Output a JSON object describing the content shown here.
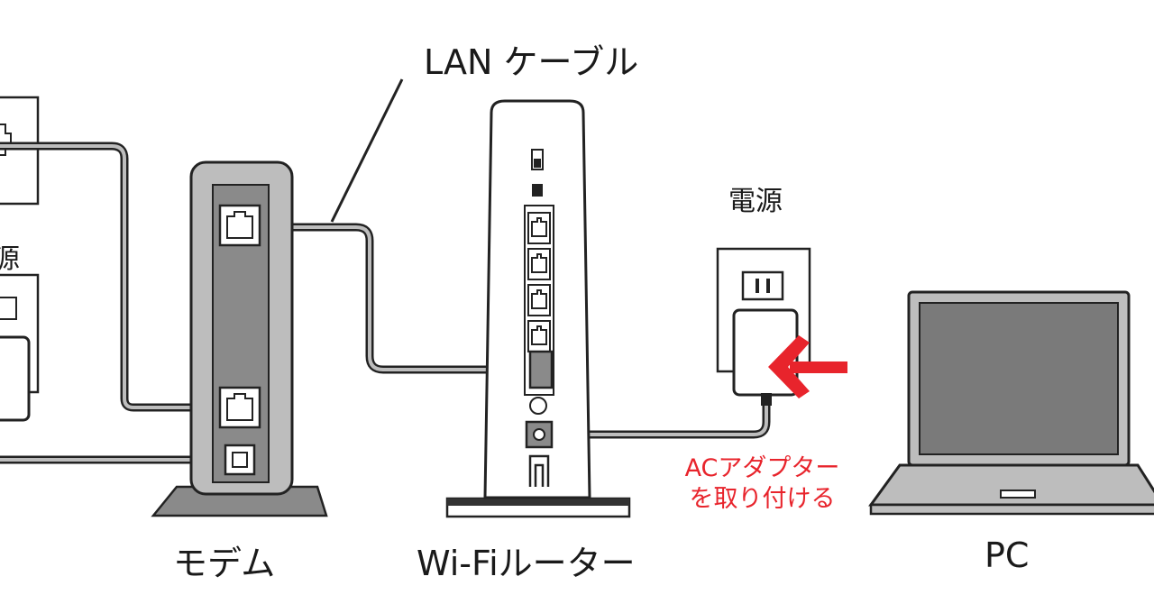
{
  "labels": {
    "lan_cable": "LAN ケーブル",
    "power": "電源",
    "power_left_partial": "源",
    "modem": "モデム",
    "router": "Wi-Fiルーター",
    "pc": "PC"
  },
  "annotation": {
    "line1": "ACアダプター",
    "line2": "を取り付ける"
  },
  "colors": {
    "stroke": "#222222",
    "device_fill": "#bdbdbd",
    "panel_fill": "#8a8a8a",
    "screen_fill": "#7a7a7a",
    "accent_red": "#e8242c"
  }
}
